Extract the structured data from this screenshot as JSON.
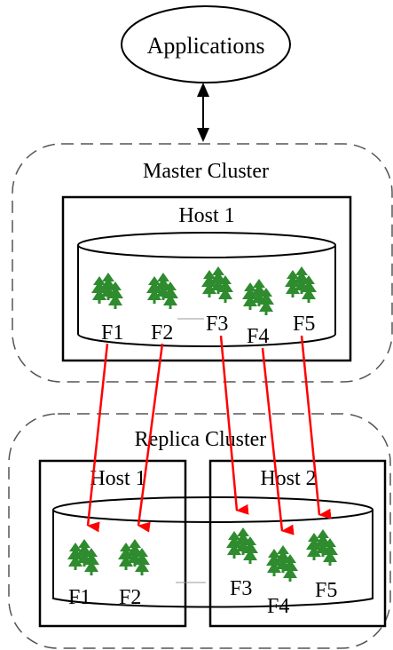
{
  "applications": {
    "label": "Applications"
  },
  "master_cluster": {
    "label": "Master Cluster",
    "host": {
      "label": "Host 1"
    },
    "filesets": [
      "F1",
      "F2",
      "F3",
      "F4",
      "F5"
    ]
  },
  "replica_cluster": {
    "label": "Replica Cluster",
    "hosts": [
      {
        "label": "Host 1",
        "filesets": [
          "F1",
          "F2"
        ]
      },
      {
        "label": "Host 2",
        "filesets": [
          "F3",
          "F4",
          "F5"
        ]
      }
    ]
  },
  "colors": {
    "tree": "#2e8b2e",
    "replication_arrow": "#ff0000",
    "outline": "#000000",
    "cluster_border": "#555555"
  },
  "icons": [
    "tree-icon",
    "bidirectional-arrow-icon",
    "replication-arrow-icon"
  ]
}
